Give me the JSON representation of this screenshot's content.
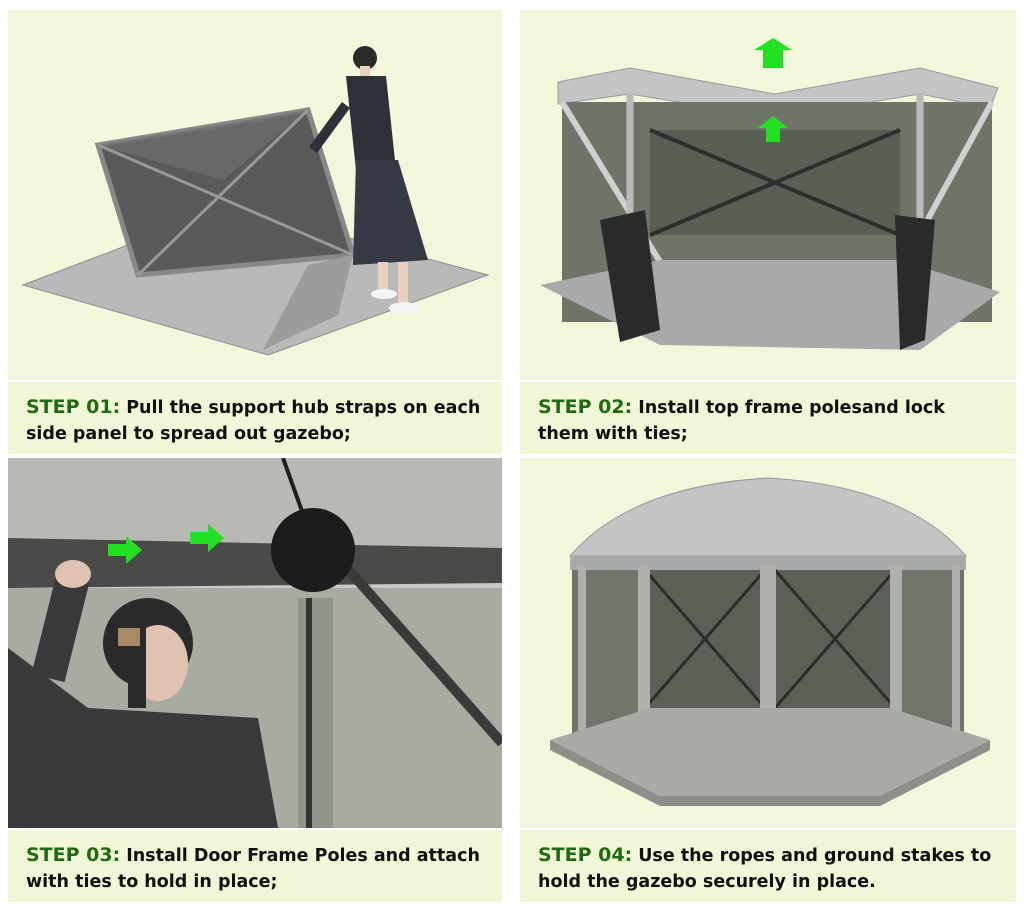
{
  "steps": [
    {
      "label": "STEP 01:",
      "text": "Pull the support hub straps on each side panel to spread out gazebo;"
    },
    {
      "label": "STEP 02:",
      "text": "Install top frame polesand lock them with ties;"
    },
    {
      "label": "STEP 03:",
      "text": "Install Door Frame Poles and attach with ties to hold in place;"
    },
    {
      "label": "STEP 04:",
      "text": "Use the ropes and ground stakes to hold the gazebo securely in place."
    }
  ],
  "colors": {
    "caption_bg": "#f1f7d6",
    "step_label": "#1e6b14",
    "arrow": "#22e022",
    "photo_bg": "#f2f7dc"
  }
}
